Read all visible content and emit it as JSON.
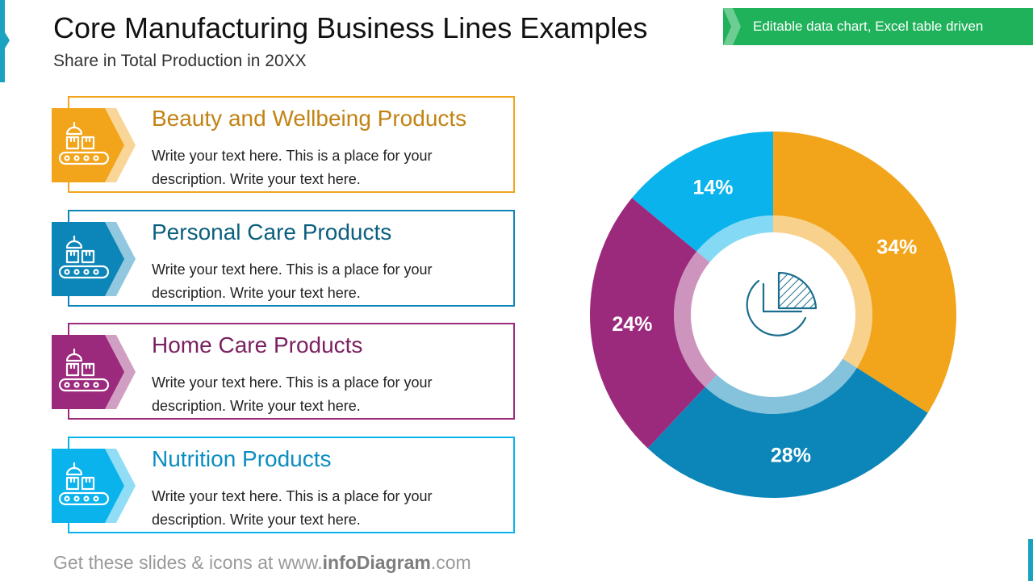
{
  "header": {
    "title": "Core Manufacturing Business Lines Examples",
    "subtitle": "Share in Total Production in 20XX",
    "badge": "Editable data chart, Excel table driven"
  },
  "colors": {
    "orange": "#f2a51a",
    "dark_blue": "#0c86b8",
    "purple": "#9b2a7d",
    "light_blue": "#0ab3ec",
    "badge_green": "#1fb25a",
    "orange_title": "#c28314",
    "blue_title": "#0b5f7e",
    "purple_title": "#7a2161",
    "light_blue_title": "#0b8dc0"
  },
  "items": [
    {
      "title": "Beauty and Wellbeing Products",
      "description": "Write your text here. This is a place for your description. Write your text here.",
      "icon": "conveyor-robot-icon"
    },
    {
      "title": "Personal Care Products",
      "description": "Write your text here. This is a place for your description. Write your text here.",
      "icon": "conveyor-robot-icon"
    },
    {
      "title": "Home Care Products",
      "description": "Write your text here. This is a place for your description. Write your text here.",
      "icon": "conveyor-robot-icon"
    },
    {
      "title": "Nutrition Products",
      "description": "Write your text here. This is a place for your description. Write your text here.",
      "icon": "conveyor-robot-icon"
    }
  ],
  "chart_data": {
    "type": "pie",
    "style": "donut",
    "title": "",
    "categories": [
      "",
      "",
      "",
      ""
    ],
    "values": [
      34,
      28,
      24,
      14
    ],
    "labels": [
      "34%",
      "28%",
      "24%",
      "14%"
    ],
    "colors": [
      "#f2a51a",
      "#0c86b8",
      "#9b2a7d",
      "#0ab3ec"
    ],
    "center_icon": "pie-chart-icon"
  },
  "footer": {
    "prefix": "Get these slides & icons at www.",
    "brand": "infoDiagram",
    "suffix": ".com"
  }
}
